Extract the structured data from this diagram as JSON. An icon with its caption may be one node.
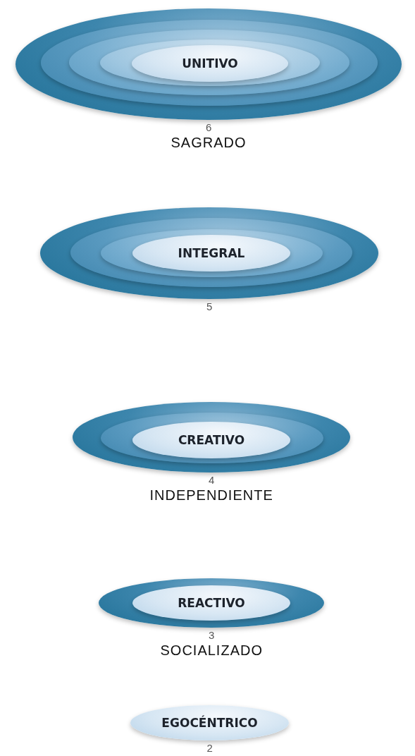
{
  "diagram": {
    "nodes": [
      {
        "text": [],
        "shape": "ellipse",
        "beside": [
          "6",
          "SAGRADO"
        ]
      },
      {
        "text": [],
        "shape": "ellipse",
        "in": 0
      },
      {
        "text": [],
        "shape": "ellipse",
        "in": 1
      },
      {
        "text": [],
        "shape": "ellipse",
        "in": 2
      },
      {
        "text": [
          "UNITIVO"
        ],
        "in": 3
      },
      {
        "text": [],
        "shape": "ellipse",
        "beside": [
          "5"
        ]
      },
      {
        "text": [],
        "shape": "ellipse",
        "in": 5
      },
      {
        "text": [],
        "shape": "ellipse",
        "in": 6
      },
      {
        "text": [
          "INTEGRAL"
        ],
        "in": 7
      },
      {
        "text": [],
        "shape": "ellipse",
        "beside": [
          "4",
          "INDEPENDIENTE"
        ]
      },
      {
        "text": [],
        "shape": "ellipse",
        "in": 9
      },
      {
        "text": [
          "CREATIVO"
        ],
        "in": 10
      },
      {
        "text": [],
        "shape": "ellipse",
        "beside": [
          "3",
          "SOCIALIZADO"
        ]
      },
      {
        "text": [
          "REACTIVO"
        ],
        "in": 12
      },
      {
        "text": [
          "EGOCÉNTRICO"
        ],
        "beside": [
          "2"
        ]
      }
    ],
    "edges": []
  }
}
